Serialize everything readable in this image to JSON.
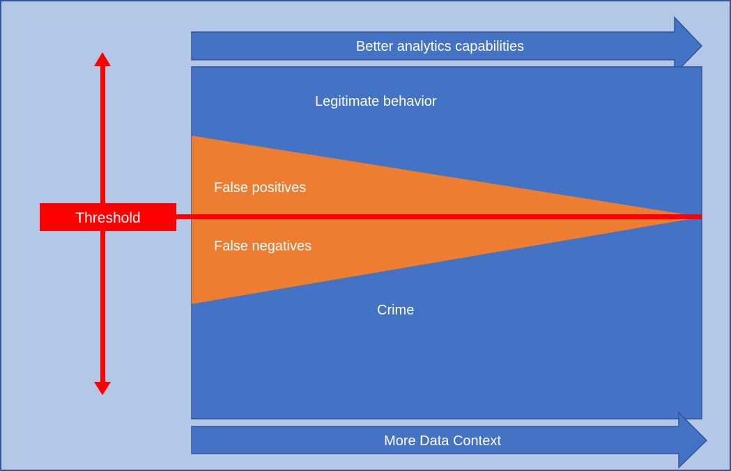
{
  "colors": {
    "background": "#B4C7E7",
    "border": "#2F5597",
    "panel": "#4472C4",
    "arrow_fill": "#4472C4",
    "arrow_stroke": "#2F5597",
    "wedge": "#ED7D31",
    "threshold": "#FF0000",
    "text": "#FFFFFF"
  },
  "arrows": {
    "top_label": "Better analytics capabilities",
    "bottom_label": "More Data Context"
  },
  "regions": {
    "legitimate_label": "Legitimate behavior",
    "false_positives_label": "False positives",
    "false_negatives_label": "False negatives",
    "crime_label": "Crime"
  },
  "threshold": {
    "label": "Threshold"
  }
}
